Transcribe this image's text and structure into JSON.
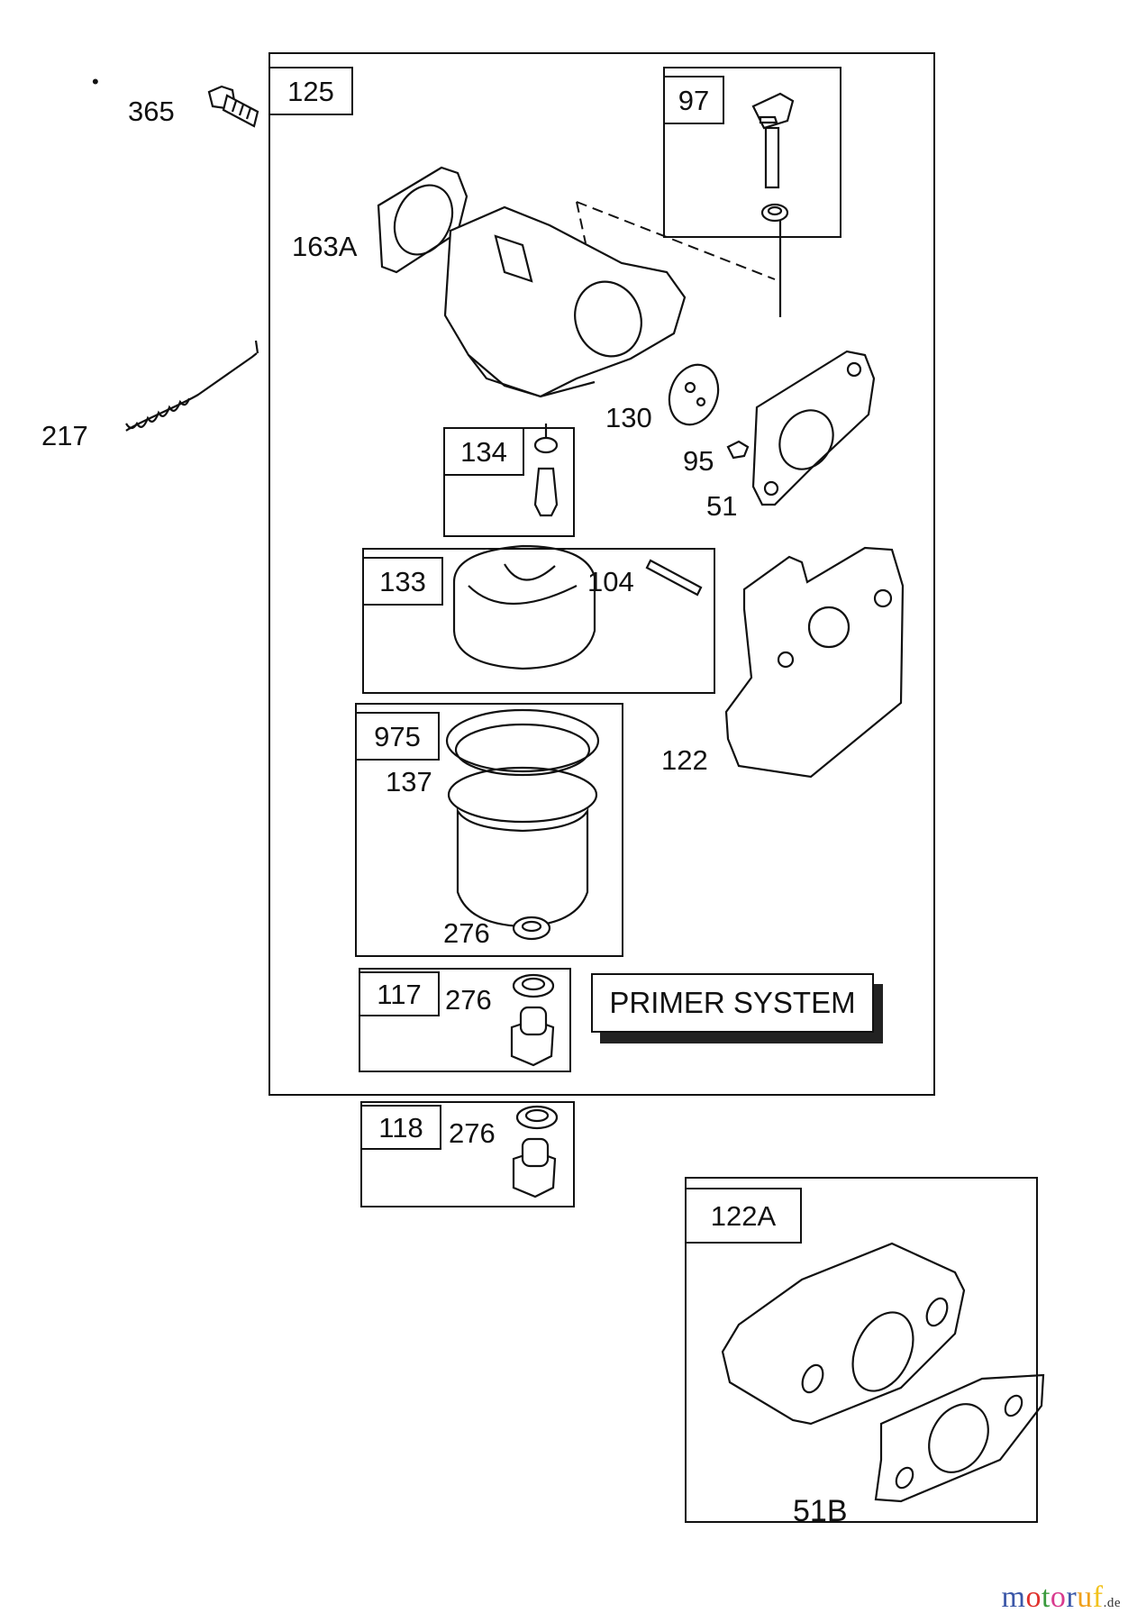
{
  "diagram": {
    "title": "Carburetor exploded parts diagram",
    "group_boxes": [
      {
        "id": "125",
        "label": "125"
      },
      {
        "id": "97",
        "label": "97"
      },
      {
        "id": "134",
        "label": "134"
      },
      {
        "id": "133",
        "label": "133"
      },
      {
        "id": "975",
        "label": "975"
      },
      {
        "id": "117",
        "label": "117"
      },
      {
        "id": "118",
        "label": "118"
      },
      {
        "id": "122A",
        "label": "122A"
      }
    ],
    "part_labels": {
      "p365": "365",
      "p217": "217",
      "p163A": "163A",
      "p130": "130",
      "p95": "95",
      "p51": "51",
      "p104": "104",
      "p122": "122",
      "p137": "137",
      "p276_a": "276",
      "p276_b": "276",
      "p276_c": "276",
      "p51B": "51B"
    },
    "callout": "PRIMER SYSTEM",
    "bullet": "•"
  },
  "watermark": {
    "letters": [
      "m",
      "o",
      "t",
      "o",
      "r",
      "u",
      "f"
    ],
    "colors": [
      "#3b57a8",
      "#e0322d",
      "#3a9a3c",
      "#d93a8e",
      "#3b57a8",
      "#f0a01c",
      "#f2c21c"
    ],
    "tld": ".de"
  }
}
